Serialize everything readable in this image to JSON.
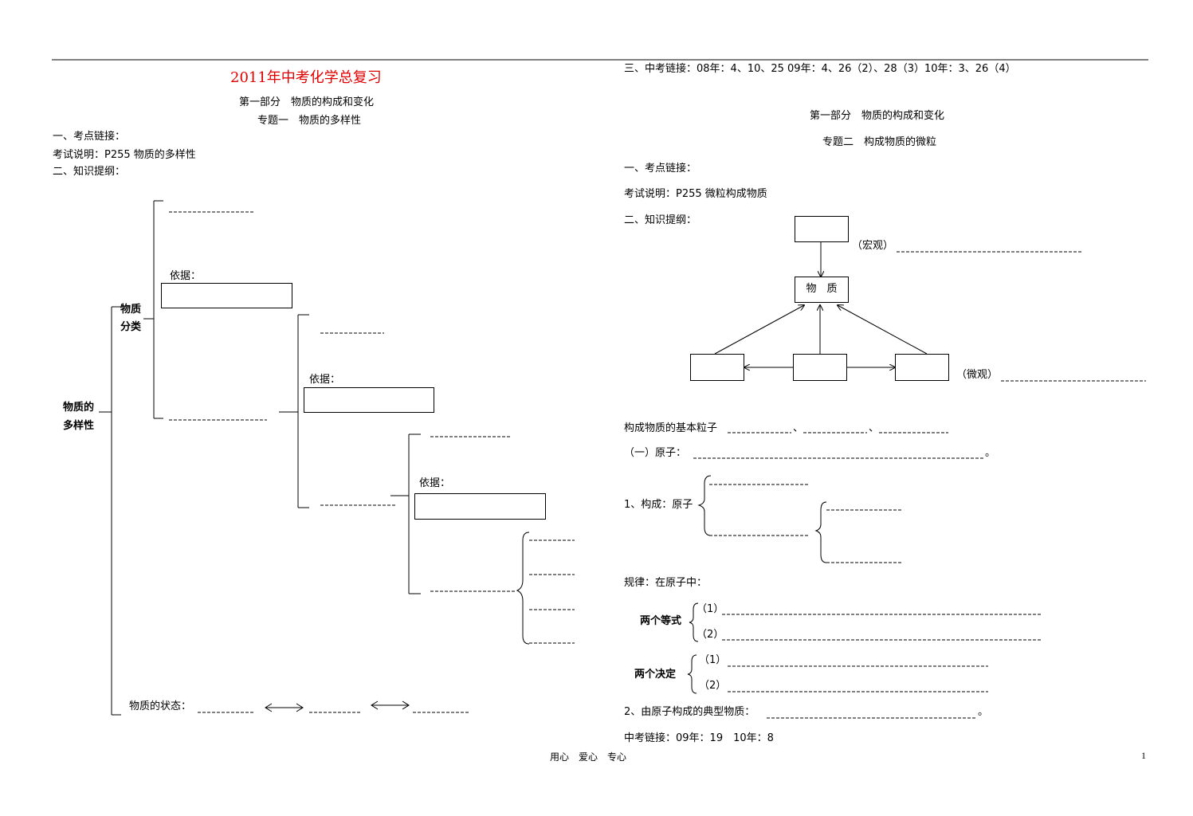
{
  "left": {
    "title": "2011年中考化学总复习",
    "part": "第一部分　物质的构成和变化",
    "topic": "专题一　物质的多样性",
    "sec1": "一、考点链接：",
    "exam_note": "考试说明：P255 物质的多样性",
    "sec2": "二、知识提纲：",
    "basis_label": "依据：",
    "root_line1": "物质的",
    "root_line2": "多样性",
    "class_line1": "物质",
    "class_line2": "分类",
    "state_label": "物质的状态："
  },
  "right": {
    "link_top": "三、中考链接：08年：4、10、25 09年：4、26（2）、28（3）10年：3、26（4）",
    "part": "第一部分　物质的构成和变化",
    "topic": "专题二　构成物质的微粒",
    "sec1": "一、考点链接：",
    "exam_note": "考试说明：P255 微粒构成物质",
    "sec2": "二、知识提纲：",
    "macro_label": "（宏观）",
    "substance_box": "物　质",
    "micro_label": "（微观）",
    "basic_particles": "构成物质的基本粒子",
    "sep1": "、",
    "sep2": "、",
    "atom_label": "（一）原子：",
    "atom_end": "。",
    "structure_label": "1、构成：原子",
    "rule_label": "规律：在原子中：",
    "two_equal": "两个等式",
    "two_decide": "两个决定",
    "item1": "（1）",
    "item2": "（2）",
    "typical": "2、由原子构成的典型物质：",
    "typical_end": "。",
    "link_bottom": "中考链接：09年：19　10年：8"
  },
  "footer": {
    "center": "用心　爱心　专心",
    "page": "1"
  }
}
